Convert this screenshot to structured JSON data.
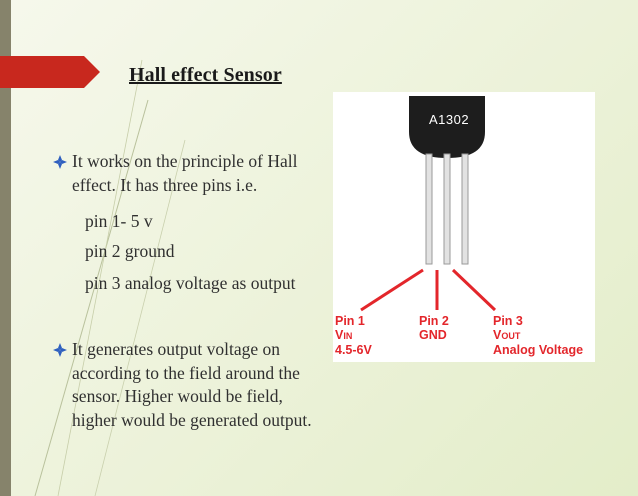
{
  "slide": {
    "title": "Hall effect Sensor",
    "bullet1": {
      "icon": "diamond-bullet-icon",
      "text": "It works on the principle of Hall effect. It has three pins i.e."
    },
    "pins": [
      "pin 1- 5 v",
      "pin 2 ground",
      "pin 3 analog voltage as output"
    ],
    "bullet2": {
      "icon": "diamond-bullet-icon",
      "text": "It generates output voltage on according to the field around the sensor. Higher would be field, higher would be generated output."
    }
  },
  "figure": {
    "chip_label": "A1302",
    "pin1": {
      "line1": "Pin 1",
      "line2_main": "V",
      "line2_sub": "IN",
      "line3": "4.5-6V"
    },
    "pin2": {
      "line1": "Pin 2",
      "line2": "GND"
    },
    "pin3": {
      "line1": "Pin 3",
      "line2_main": "V",
      "line2_sub": "OUT",
      "line3": "Analog Voltage"
    }
  },
  "colors": {
    "accent_red": "#c8281e",
    "label_red": "#e3262b",
    "bullet_blue": "#2e5fbf"
  }
}
